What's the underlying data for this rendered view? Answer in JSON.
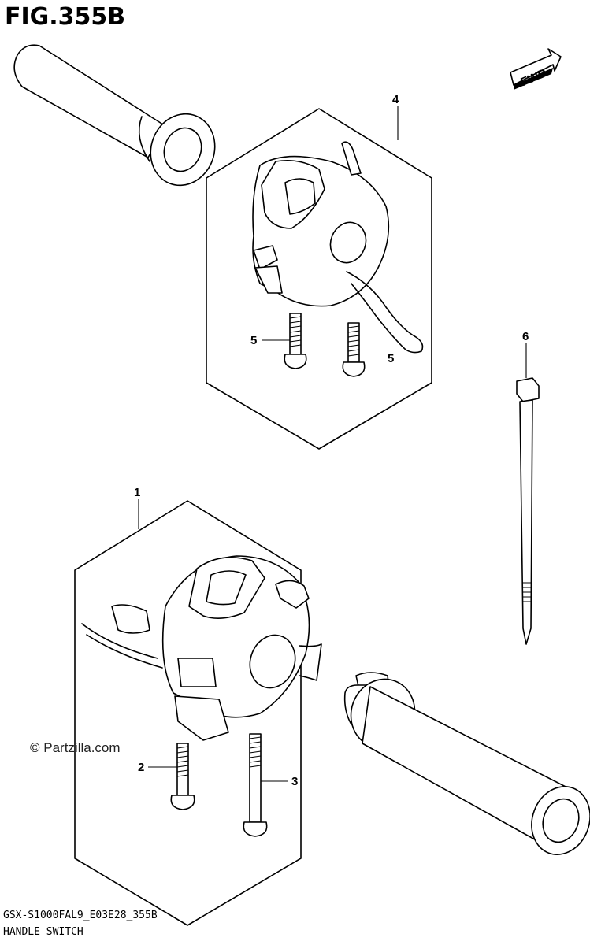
{
  "figure": {
    "title": "FIG.355B",
    "fwd_label": "FWD",
    "watermark": "© Partzilla.com",
    "footer_code": "GSX-S1000FAL9_E03E28_355B",
    "footer_name": "HANDLE SWITCH"
  },
  "callouts": {
    "c1": "1",
    "c2": "2",
    "c3": "3",
    "c4": "4",
    "c5a": "5",
    "c5b": "5",
    "c6": "6"
  }
}
